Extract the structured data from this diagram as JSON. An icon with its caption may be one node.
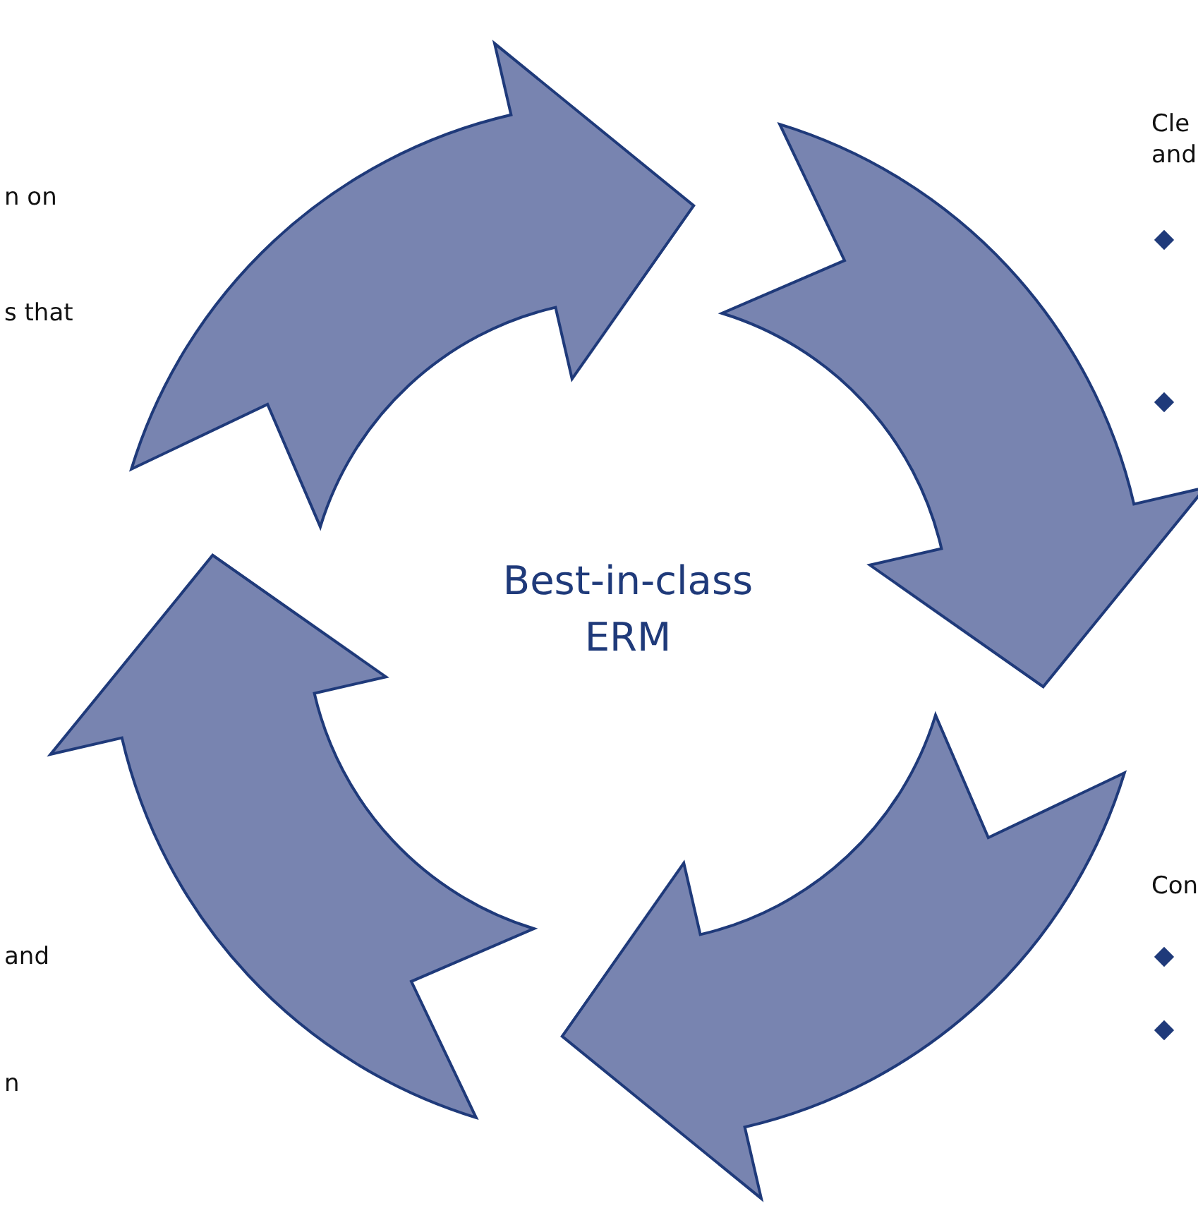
{
  "diagram": {
    "labels": [
      "n on",
      "s that",
      "and",
      "n",
      "Cle",
      "and",
      "Best-in-class ERM",
      "Con"
    ]
  }
}
